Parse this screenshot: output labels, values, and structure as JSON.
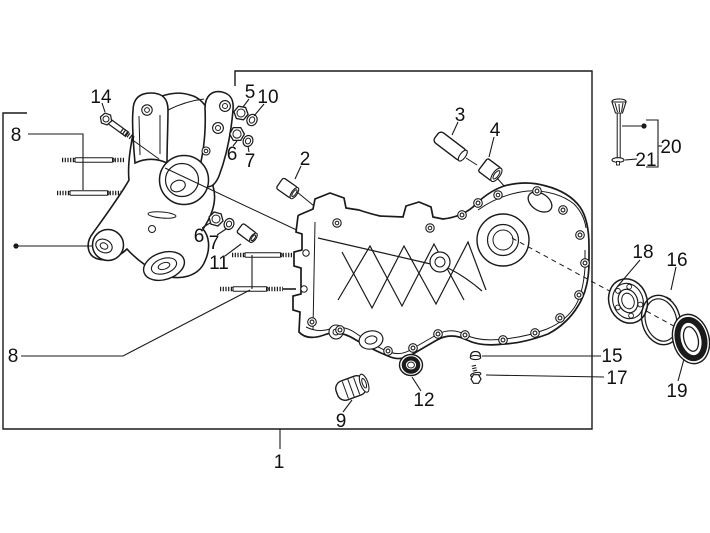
{
  "diagram": {
    "type": "exploded-parts-diagram",
    "subject": "engine crankcase assembly",
    "background_color": "#ffffff",
    "line_color": "#1a1a1a",
    "callouts": {
      "c1": {
        "number": "1"
      },
      "c2": {
        "number": "2"
      },
      "c3": {
        "number": "3"
      },
      "c4": {
        "number": "4"
      },
      "c5": {
        "number": "5"
      },
      "c6_upper": {
        "number": "6"
      },
      "c6_lower": {
        "number": "6"
      },
      "c7_upper": {
        "number": "7"
      },
      "c7_lower": {
        "number": "7"
      },
      "c8_upper": {
        "number": "8"
      },
      "c8_lower": {
        "number": "8"
      },
      "c9": {
        "number": "9"
      },
      "c10": {
        "number": "10"
      },
      "c11": {
        "number": "11"
      },
      "c12": {
        "number": "12"
      },
      "c14": {
        "number": "14"
      },
      "c15": {
        "number": "15"
      },
      "c16": {
        "number": "16"
      },
      "c17": {
        "number": "17"
      },
      "c18": {
        "number": "18"
      },
      "c19": {
        "number": "19"
      },
      "c20": {
        "number": "20"
      },
      "c21": {
        "number": "21"
      }
    }
  }
}
